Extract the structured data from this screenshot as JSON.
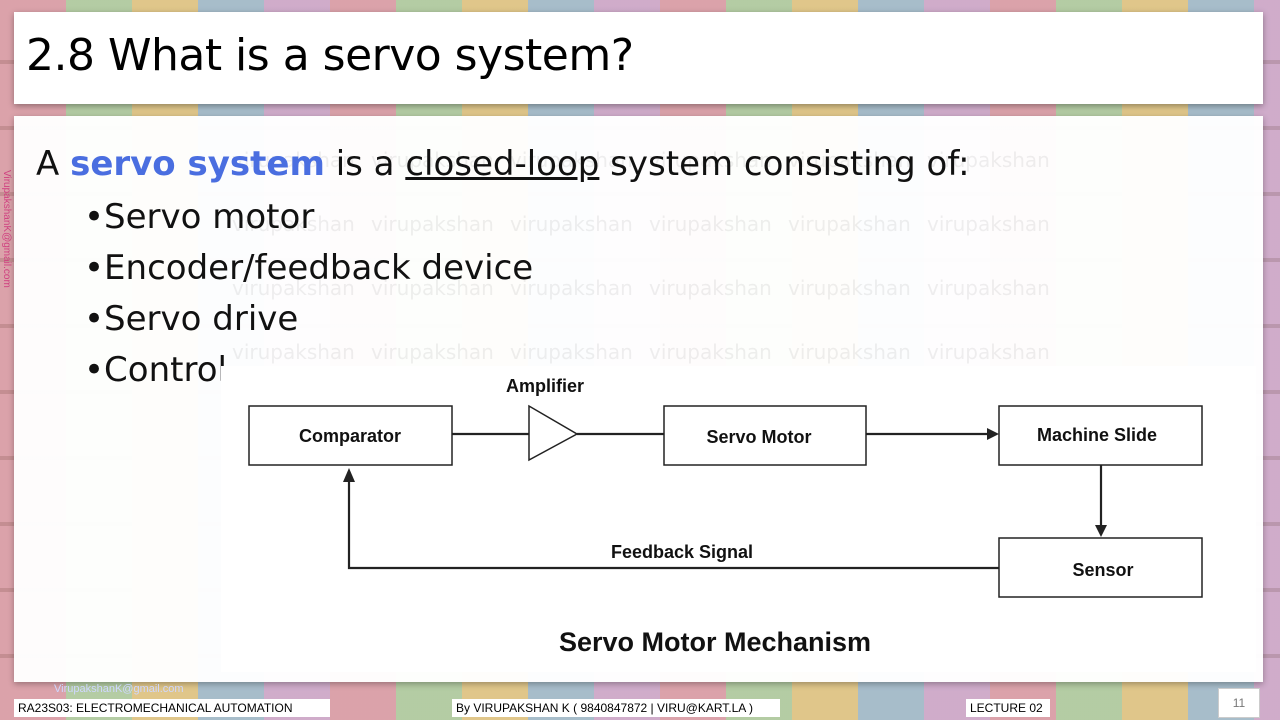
{
  "slide": {
    "title": "2.8 What is a servo system?",
    "intro": {
      "prefix": "A ",
      "highlight": "servo system",
      "middle": " is a ",
      "underlined": "closed-loop",
      "suffix": " system consisting of:"
    },
    "bullets": [
      "•Servo motor",
      "•Encoder/feedback device",
      "•Servo drive",
      "•Control"
    ],
    "highlight_color": "#4a6ee0",
    "watermark_word": "virupakshan",
    "side_email": "VirupakshanK@gmail.com",
    "page_number": "11"
  },
  "diagram": {
    "amplifier_label": "Amplifier",
    "comparator": "Comparator",
    "servo_motor": "Servo Motor",
    "machine_slide": "Machine Slide",
    "sensor": "Sensor",
    "feedback_label": "Feedback Signal",
    "caption": "Servo Motor Mechanism"
  },
  "footer": {
    "email": "VirupakshanK@gmail.com",
    "course": "RA23S03:    ELECTROMECHANICAL AUTOMATION",
    "author": "By VIRUPAKSHAN K ( 9840847872   | VIRU@KART.LA )",
    "lecture": "LECTURE 02"
  }
}
